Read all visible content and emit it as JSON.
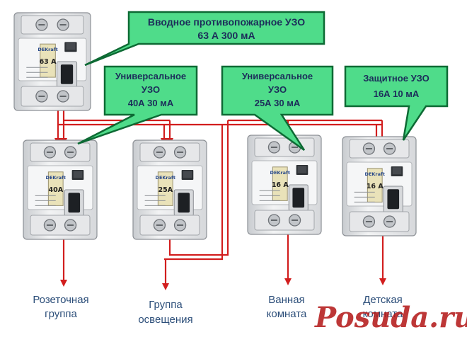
{
  "callouts": {
    "main": [
      "Вводное противопожарное УЗО",
      "63 А 300 мА"
    ],
    "rcd1": [
      "Универсальное",
      "УЗО",
      "40А 30 мА"
    ],
    "rcd2": [
      "Универсальное",
      "УЗО",
      "25А 30 мА"
    ],
    "rcd3": [
      "Защитное УЗО",
      "16А 10 мА"
    ]
  },
  "devices": {
    "main": {
      "brand": "DEKraft",
      "rating": "63 А"
    },
    "rcd1": {
      "brand": "DEKraft",
      "rating": "40А"
    },
    "rcd2": {
      "brand": "DEKraft",
      "rating": "25А"
    },
    "rcd3": {
      "brand": "DEKraft",
      "rating": "16 А"
    },
    "rcd4": {
      "brand": "DEKraft",
      "rating": "16 А"
    }
  },
  "labels": {
    "l1": [
      "Розеточная",
      "группа"
    ],
    "l2": [
      "Группа",
      "освещения"
    ],
    "l3": [
      "Ванная",
      "комната"
    ],
    "l4": [
      "Детская",
      "комната"
    ]
  },
  "watermark": "Posuda.ru",
  "colors": {
    "callout_fill": "#4fdc8a",
    "callout_border": "#0d6a34",
    "wire": "#d21e1e",
    "text_dark": "#1c2d5a",
    "label_text": "#2d4f7a",
    "watermark": "#b51c1c"
  }
}
